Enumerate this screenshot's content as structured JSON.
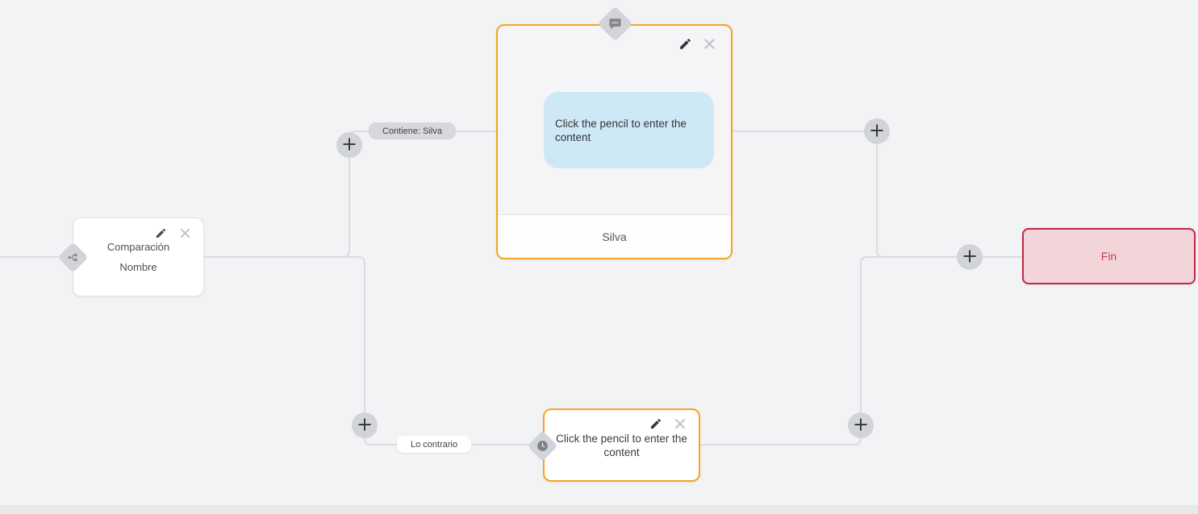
{
  "colors": {
    "canvas_bg": "#f2f3f5",
    "edge": "#d7d9dd",
    "accent_orange": "#f6a424",
    "end_fill": "#f3d5d9",
    "end_border": "#c02945",
    "end_text": "#c04058",
    "bubble_fill": "#cfe8f6",
    "diamond_fill": "#d2d4d9",
    "pill_gray": "#d6d8dc"
  },
  "nodes": {
    "condition": {
      "type": "condition",
      "title_line1": "Comparación",
      "title_line2": "Nombre",
      "icon": "branch-icon"
    },
    "message": {
      "type": "message",
      "bubble_text": "Click the pencil to enter the content",
      "footer_label": "Silva",
      "icon": "chat-bubble-icon"
    },
    "delay": {
      "type": "delay",
      "body_text": "Click the pencil to enter the content",
      "icon": "clock-icon"
    },
    "end": {
      "type": "end",
      "label": "Fin"
    }
  },
  "edges": {
    "labels": [
      {
        "text": "Contiene: Silva",
        "style": "gray"
      },
      {
        "text": "Lo contrario",
        "style": "white"
      }
    ]
  },
  "icons": {
    "edit": "pencil-icon",
    "delete": "close-icon",
    "add": "plus-icon"
  }
}
